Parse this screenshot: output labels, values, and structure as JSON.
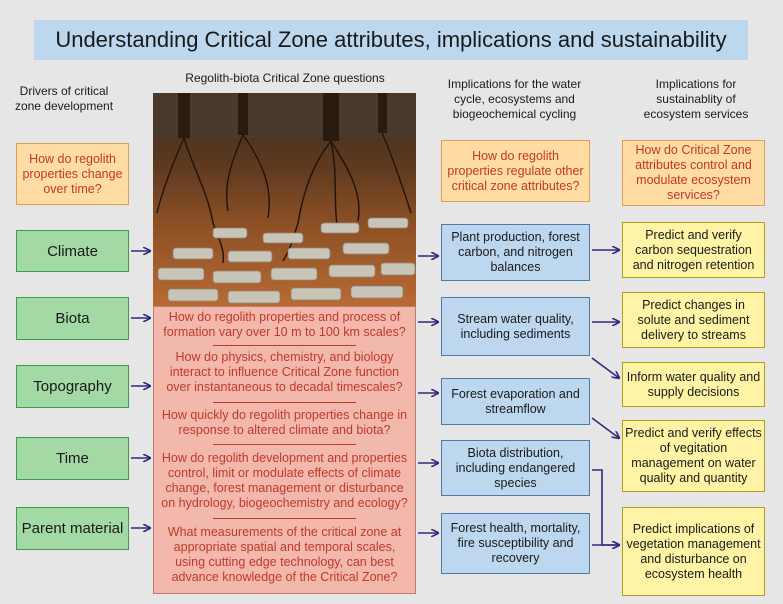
{
  "title": "Understanding Critical Zone attributes, implications and sustainability",
  "headers": {
    "drivers": "Drivers of critical zone development",
    "questions": "Regolith-biota Critical Zone questions",
    "implications": "Implications for the water cycle, ecosystems and biogeochemical cycling",
    "sustainability": "Implications for sustainablity of ecosystem services"
  },
  "orange_questions": {
    "left": "How do regolith properties change over time?",
    "middle": "How do regolith properties regulate other critical zone attributes?",
    "right": "How do Critical Zone attributes control and modulate ecosystem services?"
  },
  "drivers": [
    "Climate",
    "Biota",
    "Topography",
    "Time",
    "Parent material"
  ],
  "questions": [
    "How do regolith properties and process of formation vary over 10 m to 100 km scales?",
    "How do physics, chemistry, and biology interact to influence Critical Zone function over instantaneous to decadal timescales?",
    "How quickly do regolith properties change in response to altered climate and biota?",
    "How do regolith development and properties control, limit or modulate effects of climate change, forest management or disturbance on hydrology, biogeochemistry and ecology?",
    "What measurements of the critical zone at appropriate spatial and temporal scales, using cutting edge technology, can best advance knowledge of the Critical Zone?"
  ],
  "implications": [
    "Plant production, forest carbon, and nitrogen balances",
    "Stream water quality, including sediments",
    "Forest evaporation and streamflow",
    "Biota distribution, including endangered species",
    "Forest health, mortality, fire susceptibility and recovery"
  ],
  "sustainability": [
    "Predict and verify carbon sequestration and nitrogen retention",
    "Predict changes in solute and sediment delivery to streams",
    "Inform water quality and supply decisions",
    "Predict and verify effects of vegitation management on water quality and quantity",
    "Predict implications of vegetation management and disturbance on ecosystem health"
  ],
  "colors": {
    "background": "#e6e6e6",
    "title_bg": "#bcd7ee",
    "driver_green": "#a3d9a5",
    "question_red": "#c0392b",
    "panel_pink": "#f2b8ac",
    "box_blue": "#bcd7ee",
    "box_yellow": "#fff3a6",
    "box_orange": "#ffdca3",
    "arrow": "#2e2a7a"
  }
}
